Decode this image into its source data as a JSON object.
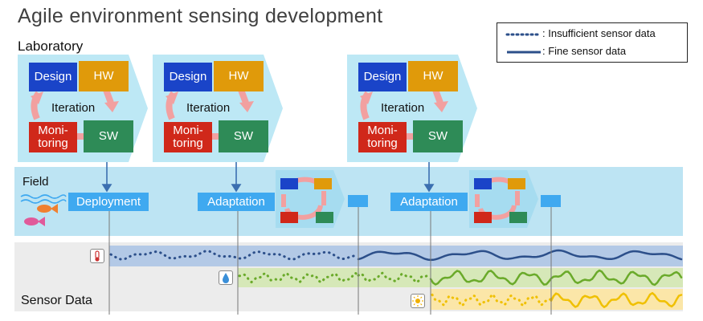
{
  "title": "Agile environment sensing development",
  "lab_label": "Laboratory",
  "legend": {
    "insufficient": ": Insufficient sensor data",
    "fine": ": Fine sensor data"
  },
  "cycle": {
    "design": "Design",
    "hw": "HW",
    "iteration": "Iteration",
    "monitoring": "Moni-\ntoring",
    "sw": "SW"
  },
  "field_label": "Field",
  "field_steps": [
    "Deployment",
    "Adaptation",
    "Adaptation"
  ],
  "sensor_label": "Sensor Data",
  "colors": {
    "design": "#1a44c8",
    "hw": "#e09a0a",
    "monitoring": "#d0281a",
    "sw": "#2e8b57",
    "lab_arrow_bg": "#bde8f5",
    "field_bg": "#bde4f3",
    "chip": "#3fa9f0",
    "cycle_arrow": "#f2a0a0",
    "temperature_line": "#2c4f8a",
    "temperature_band": "#b3c9e6",
    "humidity_line": "#6aaa2a",
    "humidity_band": "#d6e8b8",
    "light_line": "#f0c000",
    "light_band": "#fbe6a8"
  },
  "icons": [
    "thermometer-icon",
    "water-drop-icon",
    "sun-icon",
    "wave-icon",
    "fish-icon"
  ]
}
